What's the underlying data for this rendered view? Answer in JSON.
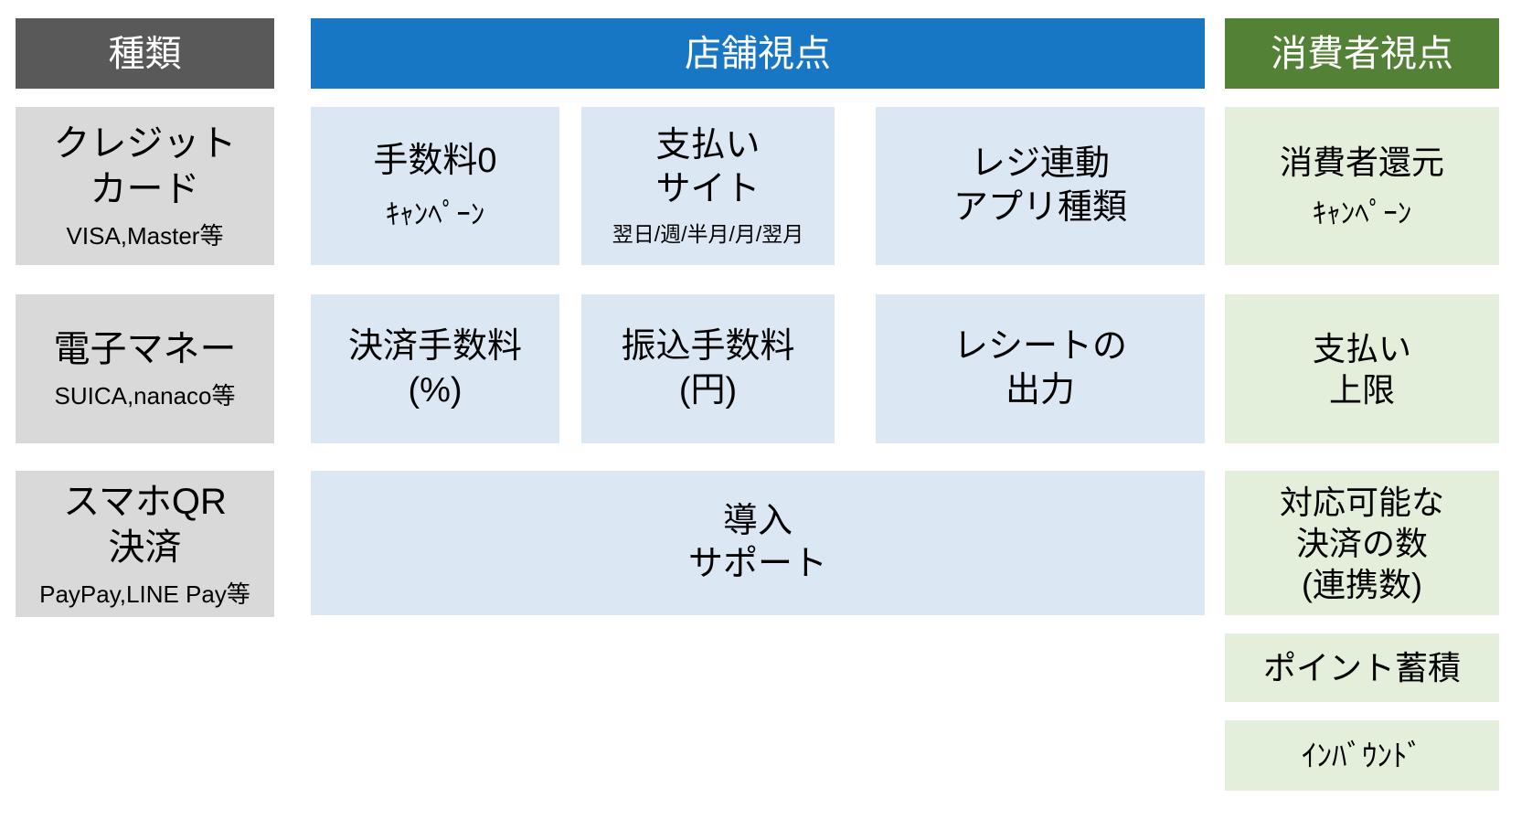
{
  "colors": {
    "kind_header_bg": "#595959",
    "store_header_bg": "#1877C5",
    "consumer_header_bg": "#538135",
    "kind_cell_bg": "#D9D9D9",
    "store_cell_bg": "#DBE8F4",
    "consumer_cell_bg": "#E3EFDA",
    "header_text": "#ffffff",
    "cell_text": "#000000"
  },
  "header": {
    "kind": "種類",
    "store": "店舗視点",
    "consumer": "消費者視点"
  },
  "kind_column": [
    {
      "title": "クレジット\nカード",
      "sub": "VISA,Master等"
    },
    {
      "title": "電子マネー",
      "sub": "SUICA,nanaco等"
    },
    {
      "title": "スマホQR\n決済",
      "sub": "PayPay,LINE Pay等"
    }
  ],
  "store_cells": {
    "row1": [
      {
        "title": "手数料0",
        "sub": "ｷｬﾝﾍﾟｰﾝ"
      },
      {
        "title": "支払い\nサイト",
        "sub": "翌日/週/半月/月/翌月"
      },
      {
        "title": "レジ連動\nアプリ種類"
      }
    ],
    "row2": [
      {
        "title": "決済手数料\n(%)"
      },
      {
        "title": "振込手数料\n(円)"
      },
      {
        "title": "レシートの\n出力"
      }
    ],
    "row3": {
      "title": "導入\nサポート"
    }
  },
  "consumer_cells": [
    {
      "title": "消費者還元",
      "sub": "ｷｬﾝﾍﾟｰﾝ"
    },
    {
      "title": "支払い\n上限"
    },
    {
      "title": "対応可能な\n決済の数\n(連携数)"
    },
    {
      "title": "ポイント蓄積"
    },
    {
      "title": "ｲﾝﾊﾞｳﾝﾄﾞ"
    }
  ]
}
